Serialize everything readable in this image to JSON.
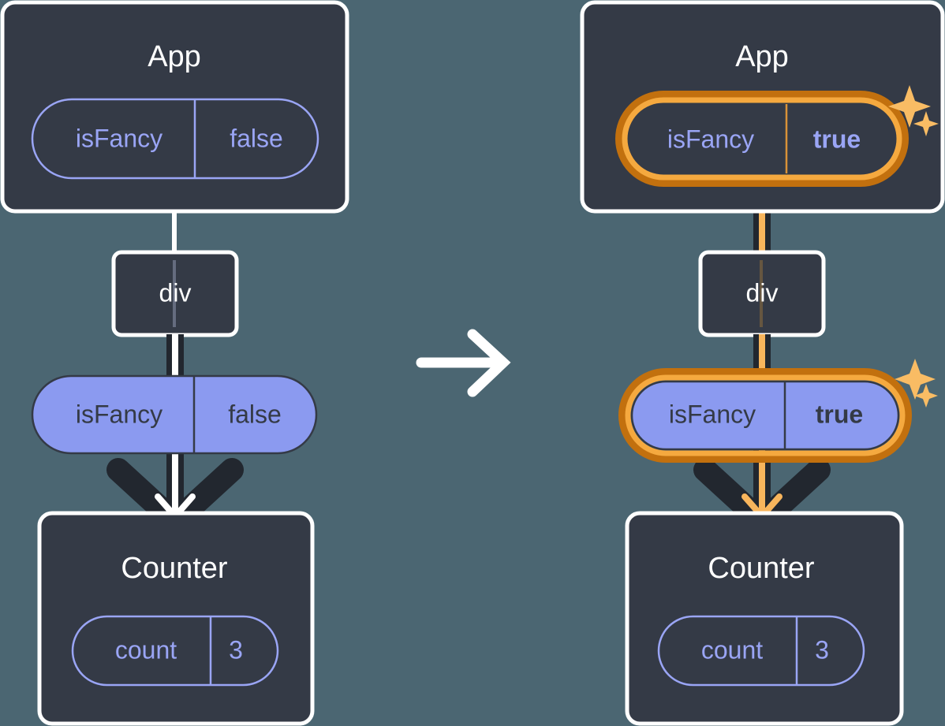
{
  "diagram": {
    "title": "React state propagation before and after isFancy toggle",
    "background_color": "#4b6672",
    "card_color": "#343a46",
    "card_border_color": "#ffffff",
    "pill_purple": "#8b9af0",
    "pill_outline_color": "#9aa5f5",
    "highlight_outer_color": "#c2700e",
    "highlight_inner_color": "#f5a93f",
    "sparkle_color": "#f9bc64",
    "arrow_dark_color": "#22272f",
    "arrow_white_color": "#ffffff",
    "arrow_orange_color": "#f8b55c",
    "transition_arrow_color": "#ffffff"
  },
  "before": {
    "app": {
      "title": "App",
      "state": {
        "name": "isFancy",
        "value": "false",
        "highlighted": false,
        "filled": false
      }
    },
    "div": {
      "title": "div"
    },
    "prop": {
      "name": "isFancy",
      "value": "false",
      "highlighted": false,
      "filled": true
    },
    "counter": {
      "title": "Counter",
      "state": {
        "name": "count",
        "value": "3",
        "highlighted": false,
        "filled": false
      }
    }
  },
  "after": {
    "app": {
      "title": "App",
      "state": {
        "name": "isFancy",
        "value": "true",
        "highlighted": true,
        "filled": false
      }
    },
    "div": {
      "title": "div"
    },
    "prop": {
      "name": "isFancy",
      "value": "true",
      "highlighted": true,
      "filled": true
    },
    "counter": {
      "title": "Counter",
      "state": {
        "name": "count",
        "value": "3",
        "highlighted": false,
        "filled": false
      }
    }
  },
  "transition": {
    "icon": "arrow-right-icon",
    "label": ""
  }
}
